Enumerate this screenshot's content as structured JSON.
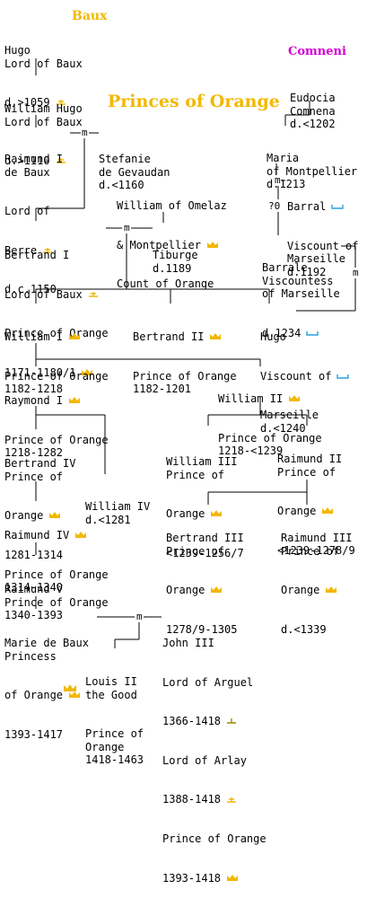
{
  "headers": {
    "baux": "Baux",
    "comneni": "Comneni",
    "princes": "Princes of Orange"
  },
  "colors": {
    "gold": "#f2b800",
    "purple": "#d000d0",
    "blue": "#2aa0e0",
    "line": "#000000"
  },
  "marriage_label": "m",
  "question_label": "?0",
  "people": {
    "hugo": [
      "Hugo",
      "Lord of Baux",
      "d.>1059"
    ],
    "william_hugo": [
      "William Hugo",
      "Lord of Baux",
      "d.>1110"
    ],
    "raimund_i": [
      "Raimund I",
      "de Baux",
      "Lord of",
      "Berre",
      "d.c.1150"
    ],
    "stefanie": [
      "Stefanie",
      "de Gevaudan",
      "d.<1160"
    ],
    "eudocia": [
      "Eudocia",
      "Comnena",
      "d.<1202"
    ],
    "maria": [
      "Maria",
      "of Montpellier",
      "d.1213"
    ],
    "barral": [
      "Barral",
      "Viscount of",
      "Marseille",
      "d.1192"
    ],
    "william_omelaz": [
      "William of Omelaz",
      "& Montpellier",
      "Count of Orange"
    ],
    "bertrand_i": [
      "Bertrand I",
      "Lord of Baux",
      "Prince of Orange",
      "1171-1180/1"
    ],
    "tiburge": [
      "Tiburge",
      "d.1189"
    ],
    "barrale": [
      "Barrale",
      "Viscountess",
      "of Marseille",
      "d.1234"
    ],
    "william_i": [
      "William I",
      "Prince of Orange",
      "1182-1218"
    ],
    "bertrand_ii": [
      "Bertrand II",
      "Prince of Orange",
      "1182-1201"
    ],
    "hugo_viscount": [
      "Hugo",
      "Viscount of",
      "Marseille",
      "d.<1240"
    ],
    "raymond_i": [
      "Raymond I",
      "Prince of Orange",
      "1218-1282"
    ],
    "william_ii": [
      "William II",
      "Prince of Orange",
      "1218-<1239"
    ],
    "bertrand_iv": [
      "Bertrand IV",
      "Prince of",
      "Orange",
      "1281-1314"
    ],
    "william_iv": [
      "William IV",
      "d.<1281"
    ],
    "william_iii": [
      "William III",
      "Prince of",
      "Orange",
      "<1239-1256/7"
    ],
    "raimund_ii": [
      "Raimund II",
      "Prince of",
      "Orange",
      "<1239-1278/9"
    ],
    "raimund_iv": [
      "Raimund IV",
      "Prince of Orange",
      "1314-1340"
    ],
    "bertrand_iii": [
      "Bertrand III",
      "Prince of",
      "Orange",
      "1278/9-1305"
    ],
    "raimund_iii": [
      "Raimund III",
      "Prince of",
      "Orange",
      "d.<1339"
    ],
    "raimund_v": [
      "Raimund V",
      "Prince of Orange",
      "1340-1393"
    ],
    "marie": [
      "Marie de Baux",
      "Princess",
      "of Orange",
      "1393-1417"
    ],
    "john_iii": [
      "John III",
      "Lord of Arguel",
      "1366-1418",
      "Lord of Arlay",
      "1388-1418",
      "Prince of Orange",
      "1393-1418"
    ],
    "louis_ii": [
      "Louis II",
      "the Good",
      "Prince of",
      "Orange",
      "1418-1463"
    ]
  }
}
